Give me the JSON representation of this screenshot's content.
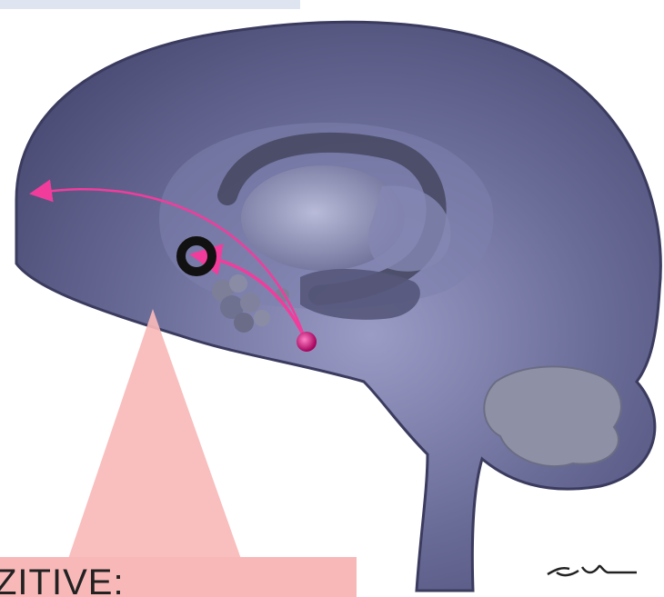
{
  "caption": {
    "text": "ZITIVE:"
  },
  "colors": {
    "brain_fill": "#5d5f8a",
    "brain_edge": "#3a3b5e",
    "pathway_arrow": "#f23c9c",
    "spotlight": "#f9b8b8",
    "target_ring": "#111111"
  },
  "icons": {
    "target": "bullseye-ring",
    "source": "nucleus-dot",
    "signature": "handwritten-signature"
  }
}
